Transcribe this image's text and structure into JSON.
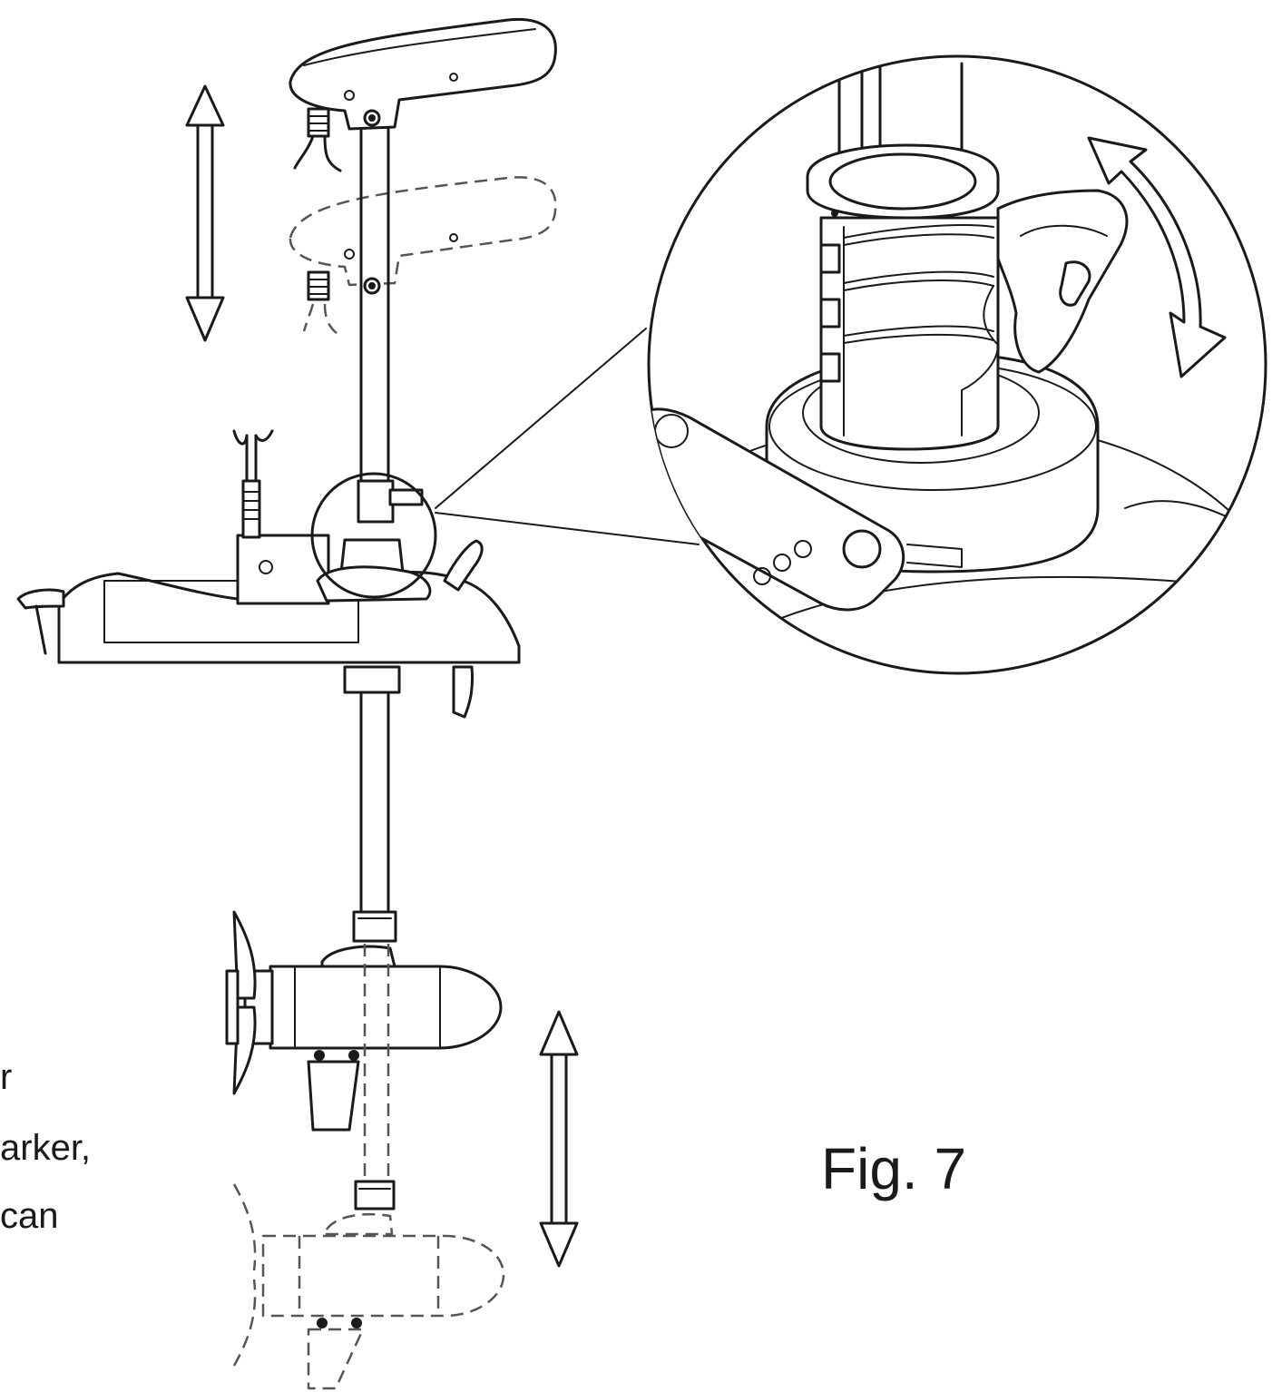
{
  "figure": {
    "caption": "Fig. 7"
  },
  "side_text": {
    "lines": [
      "r",
      "arker,",
      "can"
    ]
  }
}
